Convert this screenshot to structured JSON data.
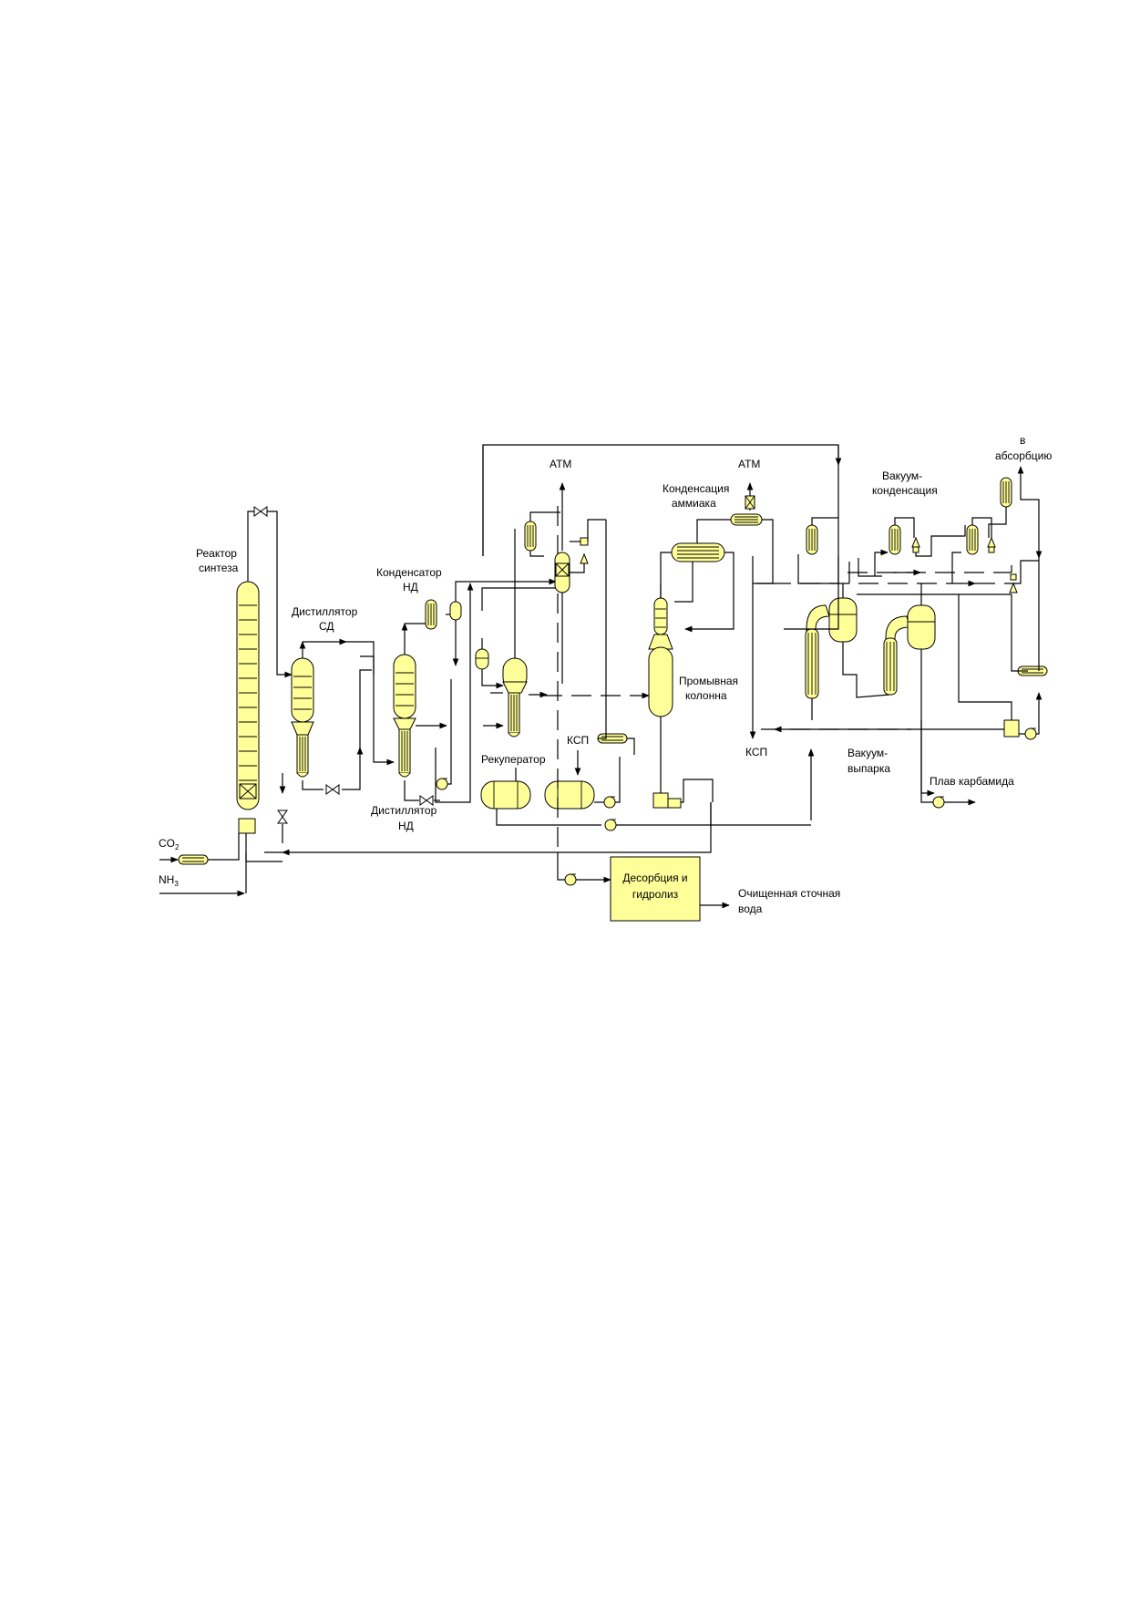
{
  "labels": {
    "reactor": [
      "Реактор",
      "синтеза"
    ],
    "distiller_sd": [
      "Дистиллятор",
      "СД"
    ],
    "condenser_nd": [
      "Конденсатор",
      "НД"
    ],
    "distiller_nd": [
      "Дистиллятор",
      "НД"
    ],
    "recuperator": "Рекуператор",
    "atm_1": "АТМ",
    "atm_2": "АТМ",
    "ksp_1": "КСП",
    "ksp_2": "КСП",
    "ammonia_condensation": [
      "Конденсация",
      "аммиака"
    ],
    "wash_column": [
      "Промывная",
      "колонна"
    ],
    "vacuum_condensation": [
      "Вакуум-",
      "конденсация"
    ],
    "to_absorption": [
      "в",
      "абсорбцию"
    ],
    "vacuum_evaporation": [
      "Вакуум-",
      "выпарка"
    ],
    "urea_melt": "Плав карбамида",
    "desorption_hydrolysis": [
      "Десорбция и",
      "гидролиз"
    ],
    "treated_wastewater": [
      "Очищенная сточная",
      "вода"
    ],
    "co2": {
      "main": "CO",
      "sub": "2"
    },
    "nh3": {
      "main": "NH",
      "sub": "3"
    }
  },
  "colors": {
    "equipment_fill": "#FFFF99",
    "line": "#000000",
    "background": "#FFFFFF"
  }
}
